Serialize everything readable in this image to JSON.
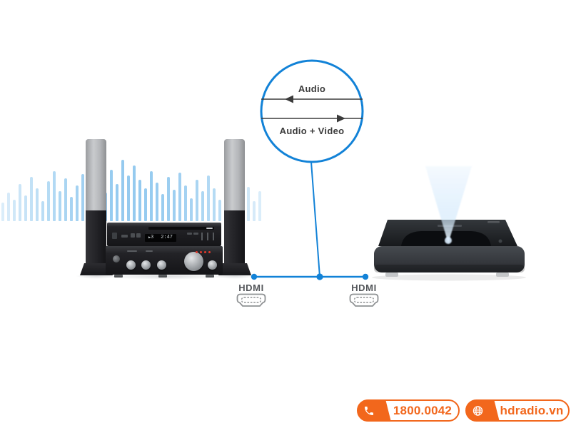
{
  "diagram": {
    "audio_label": "Audio",
    "audio_video_label": "Audio + Video"
  },
  "hdmi": {
    "left_label": "HDMI",
    "right_label": "HDMI"
  },
  "cd_display": {
    "play_icon": "▶",
    "track": "3",
    "time": "2:47"
  },
  "footer": {
    "phone": "1800.0042",
    "website": "hdradio.vn"
  },
  "colors": {
    "accent_blue": "#1282d7",
    "accent_orange": "#f2671c",
    "arrow_ink": "#3b3b3b",
    "bar_blue": "#8cc6ee"
  },
  "illustration": {
    "audio_bar_heights": [
      26,
      40,
      30,
      52,
      36,
      62,
      46,
      28,
      56,
      70,
      42,
      60,
      34,
      50,
      66,
      44,
      30,
      58,
      40,
      72,
      52,
      86,
      64,
      78,
      58,
      46,
      70,
      54,
      38,
      62,
      44,
      68,
      50,
      32,
      58,
      42,
      64,
      46,
      30,
      54,
      38,
      60,
      34,
      48,
      28,
      42
    ]
  }
}
